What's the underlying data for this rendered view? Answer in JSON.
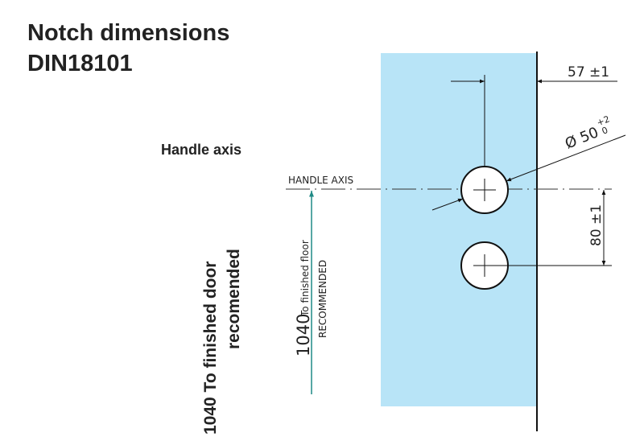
{
  "title_line1": "Notch dimensions",
  "title_line2": "DIN18101",
  "handle_axis_heading": "Handle axis",
  "handle_axis_label": "HANDLE AXIS",
  "side_note_line1": "1040 To finished door",
  "side_note_line2": "recomended",
  "height_value": "1040",
  "height_note": "To finished floor",
  "height_recommended": "RECOMMENDED",
  "edge_distance": "57 ±1",
  "diameter_symbol": "Ø",
  "diameter": "50",
  "diameter_tol_upper": "+2",
  "diameter_tol_lower": "0",
  "hole_spacing": "80 ±1",
  "colors": {
    "glass": "#b8e4f7",
    "arrow": "#1f8a85",
    "line": "#111111"
  }
}
